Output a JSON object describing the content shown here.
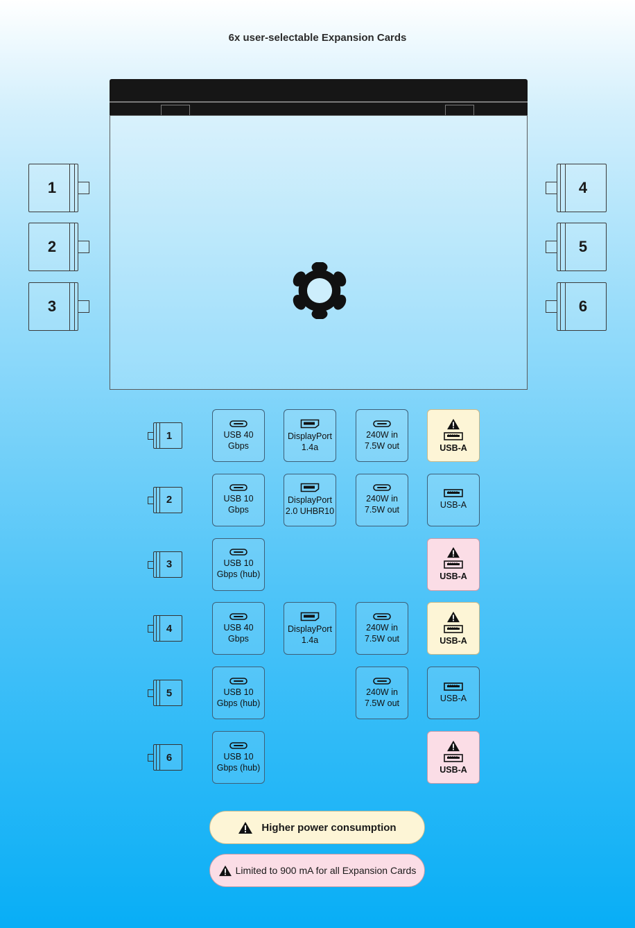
{
  "title": "6x user-selectable Expansion Cards",
  "expansion_slots": {
    "left": [
      "1",
      "2",
      "3"
    ],
    "right": [
      "4",
      "5",
      "6"
    ]
  },
  "rows": [
    {
      "slot": "1",
      "cells": [
        {
          "col": 0,
          "icon": "usb-c-icon",
          "label": "USB 40\nGbps",
          "tint": "none"
        },
        {
          "col": 1,
          "icon": "displayport-icon",
          "label": "DisplayPort\n1.4a",
          "tint": "none"
        },
        {
          "col": 2,
          "icon": "usb-c-icon",
          "label": "240W in\n7.5W out",
          "tint": "none"
        },
        {
          "col": 3,
          "icon": "usb-a-icon",
          "label": "USB-A",
          "tint": "yellow",
          "warning": true
        }
      ]
    },
    {
      "slot": "2",
      "cells": [
        {
          "col": 0,
          "icon": "usb-c-icon",
          "label": "USB 10\nGbps",
          "tint": "none"
        },
        {
          "col": 1,
          "icon": "displayport-icon",
          "label": "DisplayPort\n2.0 UHBR10",
          "tint": "none"
        },
        {
          "col": 2,
          "icon": "usb-c-icon",
          "label": "240W in\n7.5W out",
          "tint": "none"
        },
        {
          "col": 3,
          "icon": "usb-a-icon",
          "label": "USB-A",
          "tint": "none",
          "warning": false
        }
      ]
    },
    {
      "slot": "3",
      "cells": [
        {
          "col": 0,
          "icon": "usb-c-icon",
          "label": "USB 10\nGbps (hub)",
          "tint": "none"
        },
        {
          "col": 3,
          "icon": "usb-a-icon",
          "label": "USB-A",
          "tint": "pink",
          "warning": true
        }
      ]
    },
    {
      "slot": "4",
      "cells": [
        {
          "col": 0,
          "icon": "usb-c-icon",
          "label": "USB 40\nGbps",
          "tint": "none"
        },
        {
          "col": 1,
          "icon": "displayport-icon",
          "label": "DisplayPort\n1.4a",
          "tint": "none"
        },
        {
          "col": 2,
          "icon": "usb-c-icon",
          "label": "240W in\n7.5W out",
          "tint": "none"
        },
        {
          "col": 3,
          "icon": "usb-a-icon",
          "label": "USB-A",
          "tint": "yellow",
          "warning": true
        }
      ]
    },
    {
      "slot": "5",
      "cells": [
        {
          "col": 0,
          "icon": "usb-c-icon",
          "label": "USB 10\nGbps (hub)",
          "tint": "none"
        },
        {
          "col": 2,
          "icon": "usb-c-icon",
          "label": "240W in\n7.5W out",
          "tint": "none"
        },
        {
          "col": 3,
          "icon": "usb-a-icon",
          "label": "USB-A",
          "tint": "none",
          "warning": false
        }
      ]
    },
    {
      "slot": "6",
      "cells": [
        {
          "col": 0,
          "icon": "usb-c-icon",
          "label": "USB 10\nGbps (hub)",
          "tint": "none"
        },
        {
          "col": 3,
          "icon": "usb-a-icon",
          "label": "USB-A",
          "tint": "pink",
          "warning": true
        }
      ]
    }
  ],
  "legend": {
    "higher_power": "Higher power consumption",
    "limited": "Limited to 900 mA for all Expansion Cards"
  },
  "colors": {
    "yellow_tint": "#fdf5d6",
    "pink_tint": "#fbdde6",
    "laptop_dark": "#161616"
  }
}
